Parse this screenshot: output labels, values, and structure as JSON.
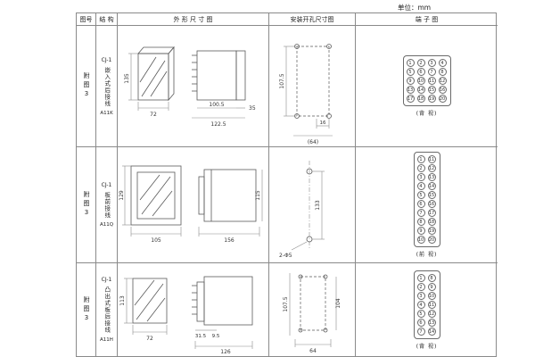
{
  "unit_label": "单位：mm",
  "headers": {
    "fig_no": "图号",
    "structure": "结 构",
    "outline": "外 形 尺 寸 图",
    "install": "安装开孔尺寸图",
    "terminal": "端 子 图"
  },
  "rows": [
    {
      "fig": "附图3",
      "model": "CJ-1",
      "structure_name": "嵌入式后接线",
      "code": "A11K",
      "outline": {
        "h": "135",
        "w": "72",
        "inner_w": "100.5",
        "outer_w": "122.5",
        "depth": "35"
      },
      "install": {
        "v": "107.5",
        "h_small": "16",
        "h_total": "(64)"
      },
      "terminal": {
        "view": "(背 视)",
        "numbers": [
          "1",
          "2",
          "3",
          "4",
          "5",
          "6",
          "7",
          "8",
          "9",
          "10",
          "11",
          "12",
          "13",
          "14",
          "15",
          "16",
          "17",
          "18",
          "19",
          "20"
        ]
      }
    },
    {
      "fig": "附图3",
      "model": "CJ-1",
      "structure_name": "板前接线",
      "code": "A11Q",
      "outline": {
        "h": "129",
        "w": "105",
        "side_w": "156",
        "side_h": "115"
      },
      "install": {
        "v": "133",
        "holes": "2-Φ5"
      },
      "terminal": {
        "view": "(前 视)",
        "numbers": [
          "1",
          "11",
          "2",
          "12",
          "3",
          "13",
          "4",
          "14",
          "5",
          "15",
          "6",
          "16",
          "7",
          "17",
          "8",
          "18",
          "9",
          "19",
          "10",
          "20"
        ]
      }
    },
    {
      "fig": "附图3",
      "model": "CJ-1",
      "structure_name": "凸出式板后接线",
      "code": "A11H",
      "outline": {
        "h": "113",
        "w": "72",
        "pin_d": "31.5",
        "pin_d2": "9.5",
        "total": "126"
      },
      "install": {
        "v1": "107.5",
        "v2": "104",
        "h": "64"
      },
      "terminal": {
        "view": "(背 视)",
        "numbers": [
          "1",
          "8",
          "2",
          "9",
          "3",
          "10",
          "4",
          "11",
          "5",
          "12",
          "6",
          "13",
          "7",
          "14"
        ]
      }
    }
  ]
}
